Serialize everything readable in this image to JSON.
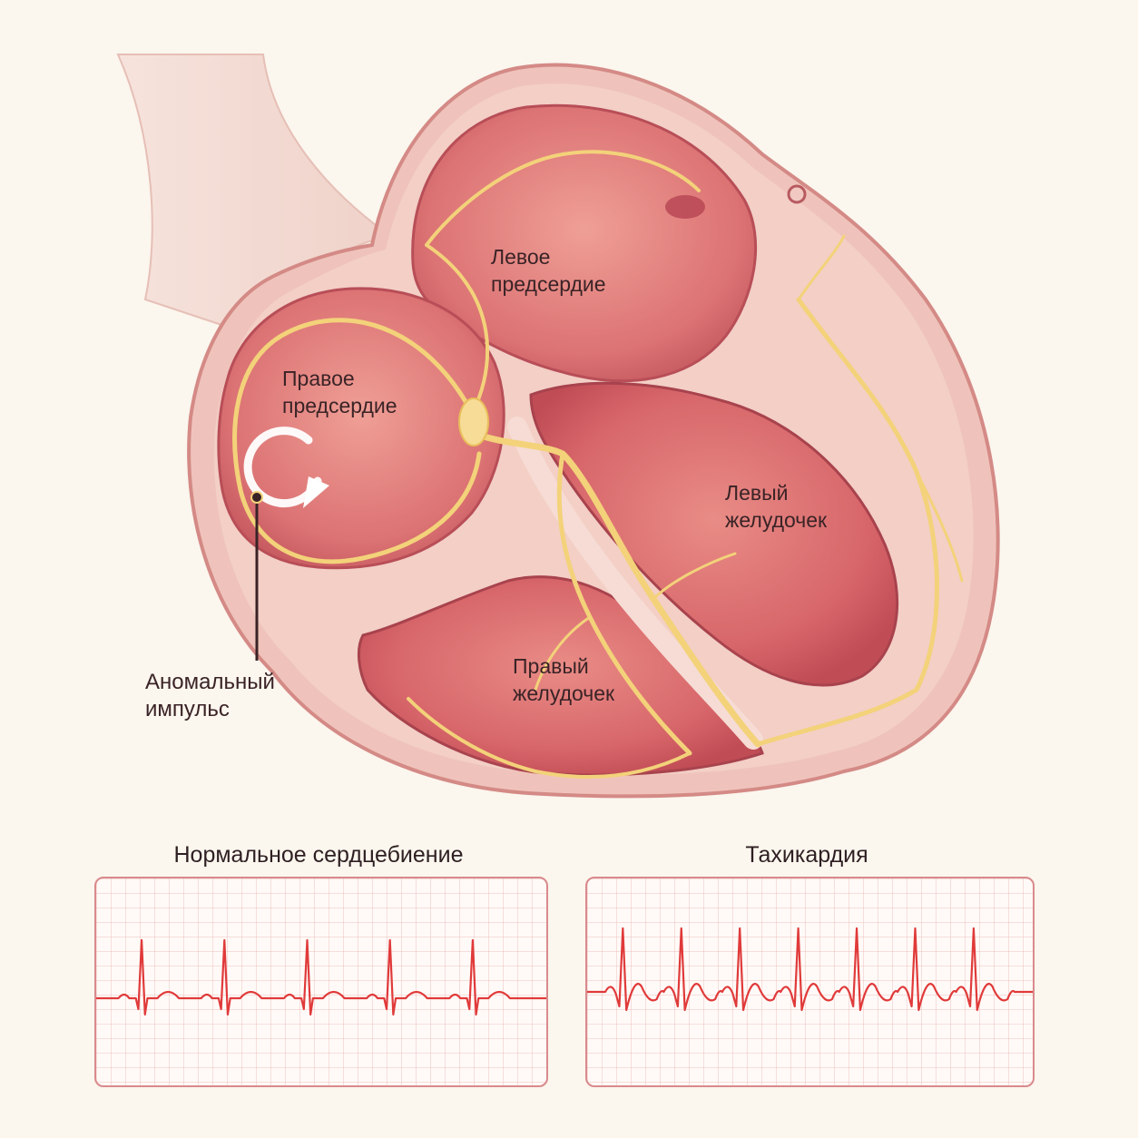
{
  "labels": {
    "left_atrium": [
      "Левое",
      "предсердие"
    ],
    "right_atrium": [
      "Правое",
      "предсердие"
    ],
    "left_ventricle": [
      "Левый",
      "желудочек"
    ],
    "right_ventricle": [
      "Правый",
      "желудочек"
    ],
    "abnormal_impulse": [
      "Аномальный",
      "импульс"
    ]
  },
  "ekg": {
    "normal": {
      "title": "Нормальное сердцебиение",
      "beats": 5,
      "smooth_waves": true
    },
    "tachycardia": {
      "title": "Тахикардия",
      "beats": 7,
      "smooth_waves": false
    }
  },
  "colors": {
    "ekg_line": "#e03a3a",
    "conduction_path": "#f3d27a",
    "label_text": "#3a2326"
  }
}
